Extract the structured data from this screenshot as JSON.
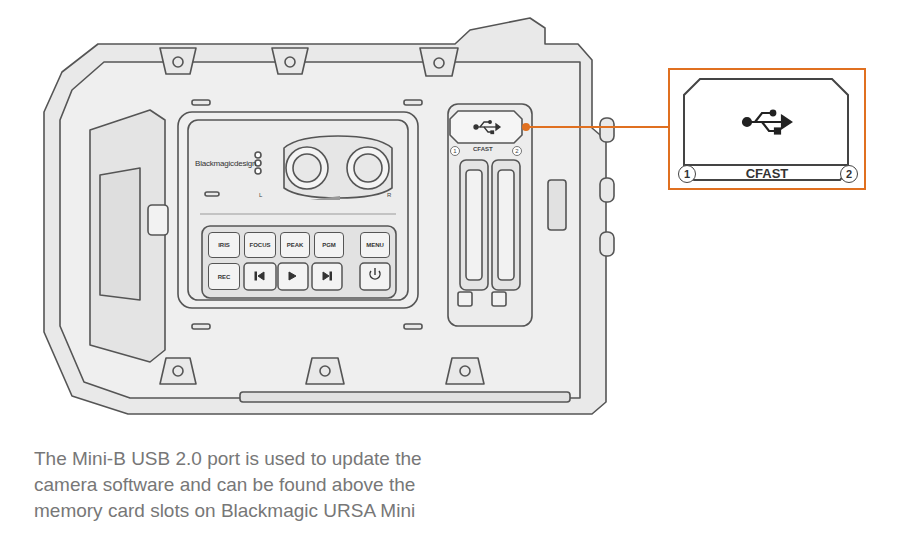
{
  "diagram": {
    "caption": "The Mini-B USB 2.0 port is used to update the camera software and can be found above the memory card slots on Blackmagic URSA Mini",
    "nodes": [
      {
        "text": [
          "IRIS"
        ]
      },
      {
        "text": [
          "FOCUS"
        ]
      },
      {
        "text": [
          "PEAK"
        ]
      },
      {
        "text": [
          "PGM"
        ]
      },
      {
        "text": [
          "MENU"
        ]
      },
      {
        "text": [
          "REC"
        ]
      },
      {
        "text": [
          "CFAST"
        ]
      },
      {
        "text": [
          "1"
        ],
        "in": 6
      },
      {
        "text": [
          "2"
        ],
        "in": 6
      }
    ],
    "labels": [
      "Blackmagicdesign",
      "L",
      "R",
      "CFAST",
      "1",
      "2"
    ]
  }
}
